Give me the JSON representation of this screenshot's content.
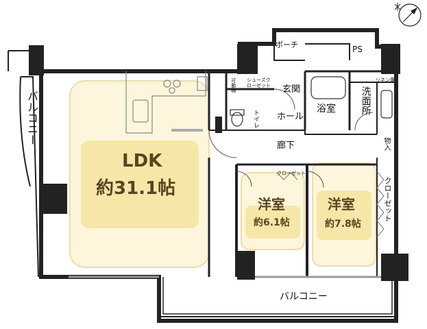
{
  "rooms": {
    "ldk_name": "LDK",
    "ldk_size": "約31.1帖",
    "western1_name": "洋室",
    "western1_size": "約6.1帖",
    "western2_name": "洋室",
    "western2_size": "約7.8帖",
    "bath": "浴室",
    "washroom": "洗面所",
    "entrance": "玄関",
    "hall": "ホール",
    "corridor": "廊下",
    "toilet": "トイレ",
    "porch": "ポーチ",
    "ps": "PS",
    "linen": "リネン庫",
    "storage": "物入",
    "shoe_closet": "シューズクローゼット",
    "movable_shelf": "可動棚",
    "closet_small": "クローゼット",
    "closet_right": "クローゼット"
  },
  "balconies": {
    "left": "バルコニー",
    "bottom": "バルコニー"
  },
  "colors": {
    "room_fill": "#fdf6dc",
    "room_stroke": "#ecdcaa",
    "wall": "#222222",
    "ldk_text": "#5a4420"
  }
}
